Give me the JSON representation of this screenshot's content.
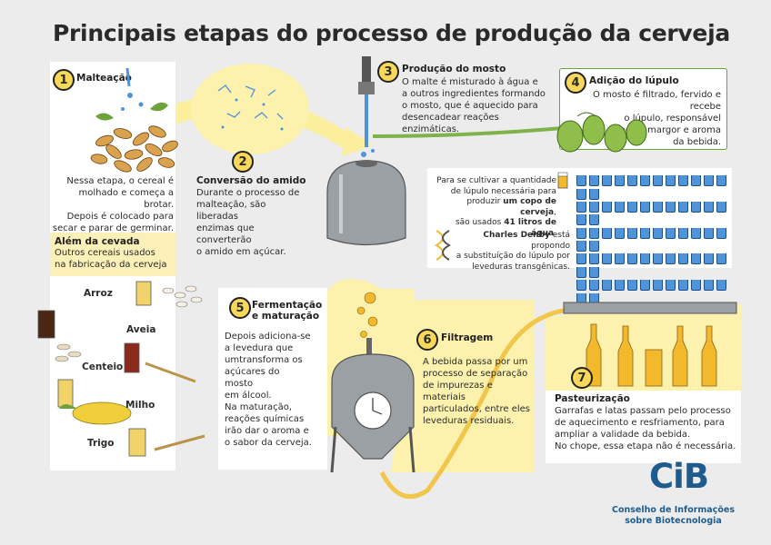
{
  "title": "Principais etapas do processo de produção da cerveja",
  "steps": {
    "s1": {
      "num": "1",
      "title": "Malteação",
      "text": [
        "Nessa etapa, o cereal é",
        "molhado e começa a brotar.",
        "Depois é colocado para",
        "secar e parar de germinar."
      ]
    },
    "s2": {
      "num": "2",
      "title": "Conversão do amido",
      "text": [
        "Durante o processo de",
        "malteação, são liberadas",
        "enzimas que converterão",
        "o amido em açúcar."
      ]
    },
    "s3": {
      "num": "3",
      "title": "Produção do mosto",
      "text": [
        "O malte é misturado à água e",
        "a outros ingredientes formando",
        "o mosto, que é aquecido para",
        "desencadear reações enzimáticas."
      ]
    },
    "s4": {
      "num": "4",
      "title": "Adição do lúpulo",
      "text": [
        "O mosto é filtrado, fervido e recebe",
        "o lúpulo, responsável",
        "pelo amargor e aroma",
        "da bebida."
      ]
    },
    "s5": {
      "num": "5",
      "title": [
        "Fermentação",
        "e maturação"
      ],
      "text": [
        "Depois adiciona-se",
        "a levedura que",
        "umtransforma os",
        "açúcares do",
        "mosto",
        "em álcool.",
        "Na maturação,",
        "reações químicas",
        "irão dar o aroma e",
        "o sabor da cerveja."
      ]
    },
    "s6": {
      "num": "6",
      "title": "Filtragem",
      "text": [
        "A bebida passa por um",
        "processo de separação",
        "de impurezas e materiais",
        "particulados, entre eles",
        "leveduras residuais."
      ]
    },
    "s7": {
      "num": "7",
      "title": "Pasteurização",
      "text": [
        "Garrafas e latas passam pelo processo",
        "de aquecimento e resfriamento, para",
        "ampliar a validade da bebida.",
        "No chope, essa etapa não é necessária."
      ]
    }
  },
  "water_fact": {
    "line1": "Para se cultivar a quantidade",
    "line2": "de lúpulo necessária para",
    "line3_pre": "produzir ",
    "line3_bold": "um copo de cerveja",
    "line3_post": ",",
    "line4_pre": "são usados ",
    "line4_bold": "41 litros de água",
    "line4_post": ".",
    "cups": 41
  },
  "charles": {
    "bold": "Charles Denby",
    "line1_post": " está propondo",
    "line2": "a substituição do lúpulo por",
    "line3": "leveduras transgênicas."
  },
  "alem": {
    "title": "Além da cevada",
    "sub1": "Outros cereais usados",
    "sub2": "na fabricação da cerveja",
    "grains": [
      "Arroz",
      "Aveia",
      "Centeio",
      "Milho",
      "Trigo"
    ]
  },
  "logo": {
    "mark": "CiB",
    "line1": "Conselho de Informações",
    "line2": "sobre Biotecnologia",
    "color": "#1e5c8e"
  },
  "colors": {
    "accent_yellow": "#f7d85a",
    "water_blue": "#4f93d8",
    "hop_green": "#6ea23a",
    "beer": "#f2b92c"
  }
}
